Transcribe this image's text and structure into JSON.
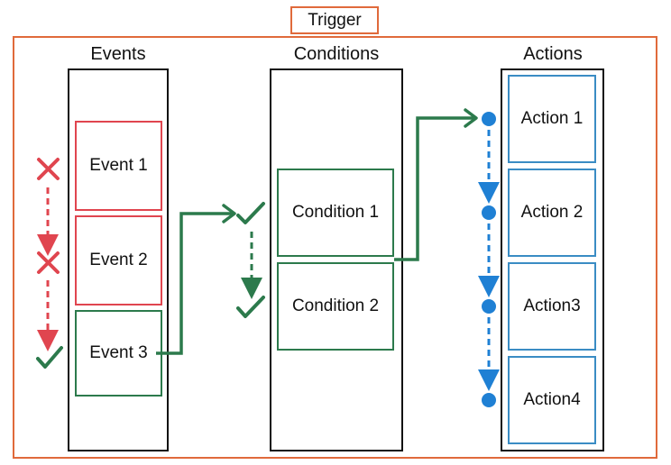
{
  "trigger": {
    "label": "Trigger",
    "columns": {
      "events": {
        "title": "Events",
        "items": [
          "Event 1",
          "Event 2",
          "Event 3"
        ]
      },
      "conditions": {
        "title": "Conditions",
        "items": [
          "Condition 1",
          "Condition 2"
        ]
      },
      "actions": {
        "title": "Actions",
        "items": [
          "Action 1",
          "Action 2",
          "Action3",
          "Action4"
        ]
      }
    }
  },
  "colors": {
    "trigger_border": "#e06a3b",
    "failed": "#e0454f",
    "passed": "#2c7a4c",
    "action": "#3a8cc4",
    "action_dot": "#1f80d4"
  },
  "icons": {
    "event_1_status": "red-x-icon",
    "event_2_status": "red-x-icon",
    "event_3_status": "green-check-icon",
    "condition_1_status": "green-check-icon",
    "condition_2_status": "green-check-icon",
    "action_markers": "blue-dot-icon"
  }
}
